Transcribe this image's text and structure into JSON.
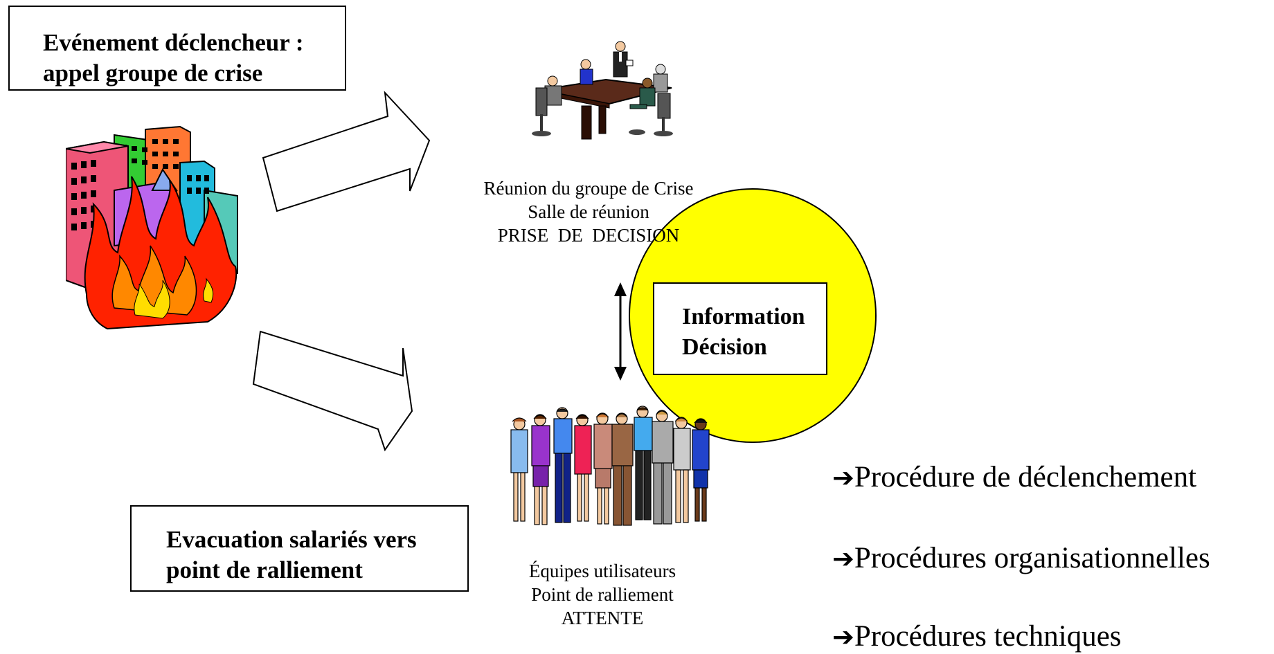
{
  "trigger": {
    "line1": "Evénement déclencheur :",
    "line2": "appel groupe de crise"
  },
  "evacuation": {
    "line1": "Evacuation salariés vers",
    "line2": "point de ralliement"
  },
  "meeting": {
    "line1": "Réunion du groupe de Crise",
    "line2": "Salle de réunion",
    "line3": "PRISE  DE  DECISION"
  },
  "info_box": {
    "line1": "Information",
    "line2": "Décision"
  },
  "teams": {
    "line1": "Équipes utilisateurs",
    "line2": "Point de ralliement",
    "line3": "ATTENTE"
  },
  "procedures": [
    {
      "arrow": "➔",
      "label": "Procédure de déclenchement"
    },
    {
      "arrow": "➔",
      "label": "Procédures organisationnelles"
    },
    {
      "arrow": "➔",
      "label": "Procédures techniques"
    }
  ],
  "colors": {
    "circle_fill": "#ffff00",
    "fire": "#ff2200",
    "table": "#5a2a1a"
  },
  "icons": [
    "burning-buildings-icon",
    "meeting-table-icon",
    "people-group-icon"
  ]
}
